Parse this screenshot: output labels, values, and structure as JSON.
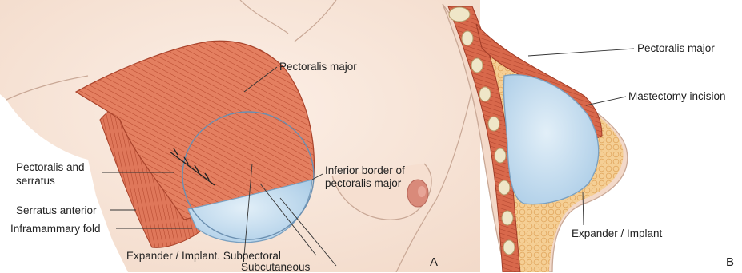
{
  "panel_a": {
    "letter": "A",
    "labels": {
      "pectoralis_major": "Pectoralis major",
      "pectoralis_serratus_1": "Pectoralis and",
      "pectoralis_serratus_2": "serratus",
      "serratus_anterior": "Serratus anterior",
      "inframammary_fold": "Inframammary fold",
      "inferior_border_1": "Inferior border of",
      "inferior_border_2": "pectoralis major",
      "expander_subpectoral": "Expander / Implant. Subpectoral",
      "subcutaneous": "Subcutaneous"
    }
  },
  "panel_b": {
    "letter": "B",
    "labels": {
      "pectoralis_major": "Pectoralis major",
      "mastectomy_incision": "Mastectomy incision",
      "expander_implant": "Expander / Implant"
    }
  },
  "colors": {
    "skin": "#f9e8dc",
    "skin_outline": "#c9a896",
    "muscle": "#e2785a",
    "muscle_line": "#c0543c",
    "implant": "#c6dff0",
    "fat": "#f3c98a",
    "bone": "#efe6c8"
  }
}
